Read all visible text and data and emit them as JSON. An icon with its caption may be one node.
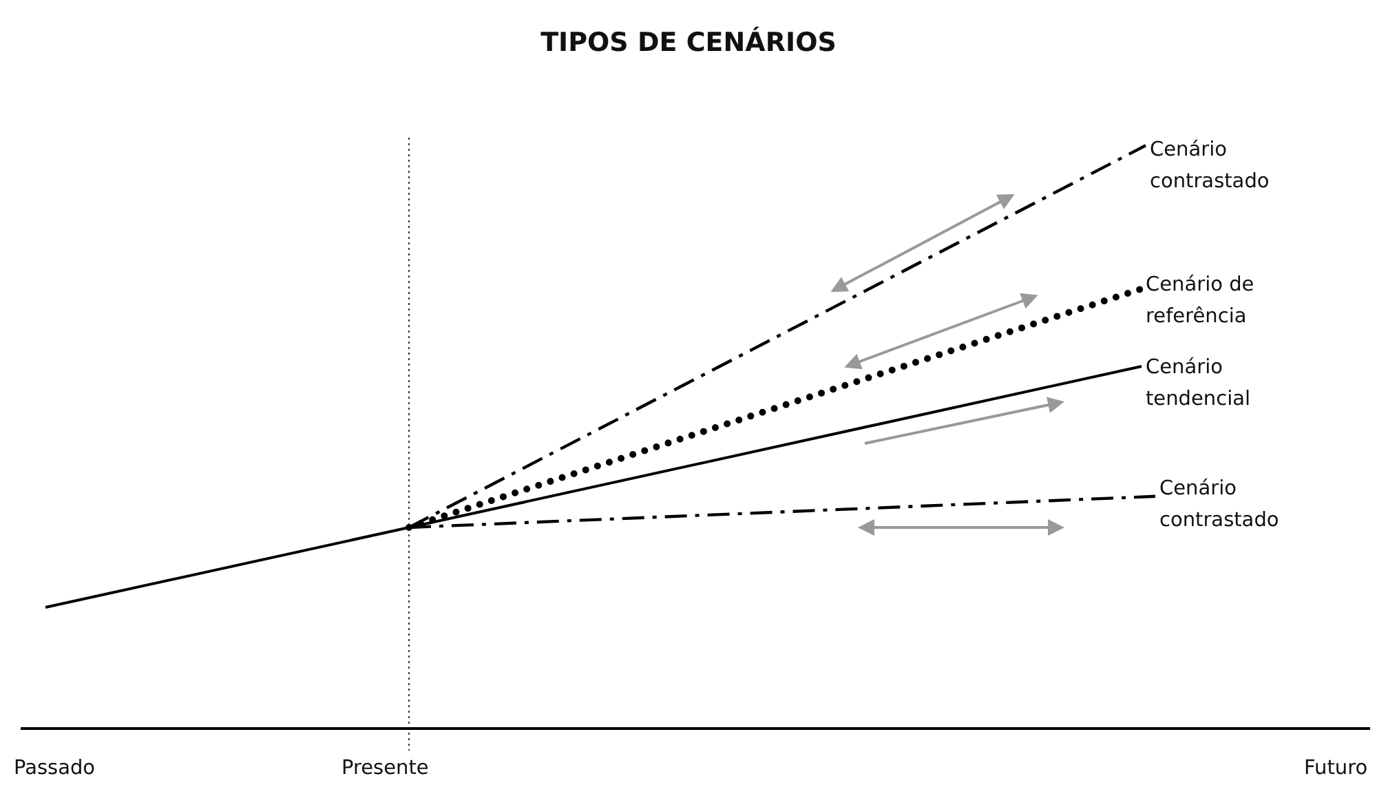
{
  "diagram": {
    "title": "TIPOS DE CENÁRIOS",
    "nodes": [
      {
        "text": [
          "Cenário contrastado"
        ]
      },
      {
        "text": [
          "Cenário de referência"
        ]
      },
      {
        "text": [
          "Cenário tendencial"
        ]
      },
      {
        "text": [
          "Cenário contrastado"
        ]
      }
    ],
    "edges": [
      {
        "from": null,
        "to": 0,
        "arrow": "none",
        "style": "dashed"
      },
      {
        "from": null,
        "to": 1,
        "arrow": "none",
        "style": "dashed"
      },
      {
        "from": null,
        "to": 2,
        "arrow": "none"
      },
      {
        "from": null,
        "to": 3,
        "arrow": "none",
        "style": "dashed"
      }
    ],
    "labels": [
      "Passado",
      "Presente",
      "Futuro"
    ]
  }
}
